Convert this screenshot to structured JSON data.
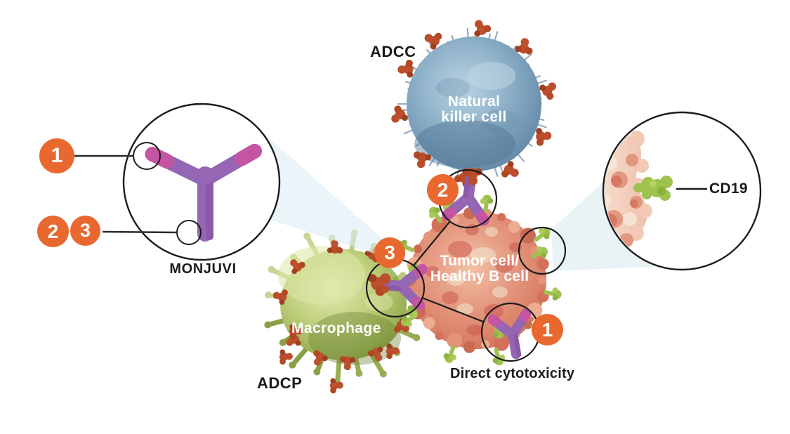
{
  "diagram": {
    "brand_label": "MONJUVI",
    "antigen_label": "CD19",
    "processes": {
      "adcc": "ADCC",
      "adcp": "ADCP",
      "direct_cytotoxicity": "Direct cytotoxicity"
    },
    "cells": {
      "natural_killer": {
        "line1": "Natural",
        "line2": "killer cell"
      },
      "tumor": {
        "line1": "Tumor cell/",
        "line2": "Healthy B cell"
      },
      "macrophage": {
        "label": "Macrophage"
      }
    },
    "markers": {
      "one": "1",
      "two": "2",
      "three": "3"
    },
    "colors": {
      "accent_orange": "#E8682F",
      "nk_blue": "#7D9FBB",
      "tumor_salmon": "#DD8168",
      "macrophage_green": "#A9BD62",
      "cd19_green": "#9FC24F",
      "antibody_purple": "#9566B3",
      "antibody_magenta": "#C355A2",
      "receptor_red": "#BB4E2C",
      "beam_blue": "#E8F2F5",
      "outline_black": "#1C1C1C"
    }
  }
}
